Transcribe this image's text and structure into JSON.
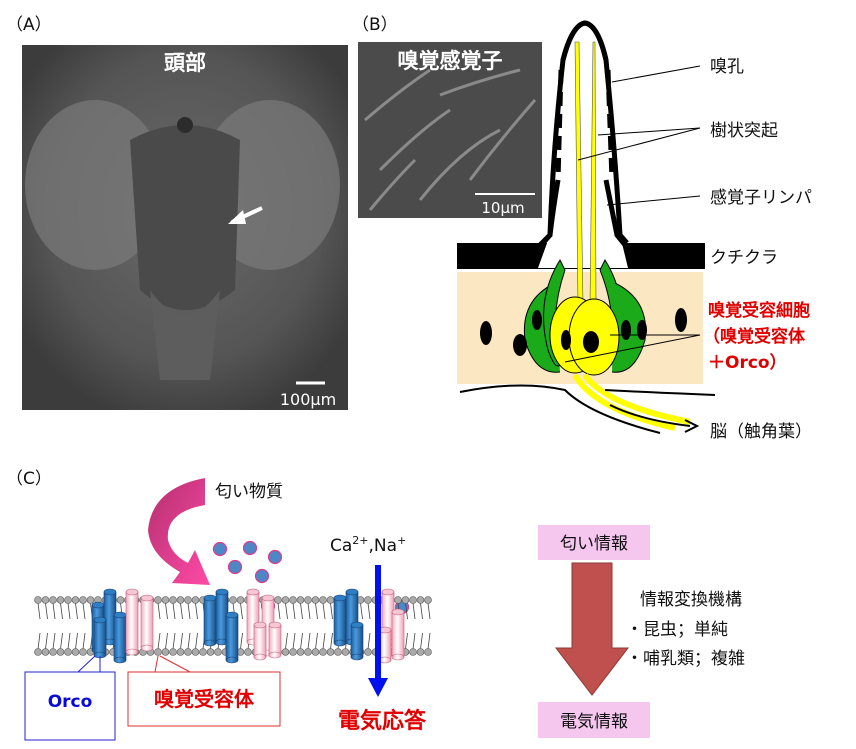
{
  "panel_a": {
    "label": "（A）",
    "title": "頭部",
    "scale": "100μm"
  },
  "panel_b": {
    "label": "（B）",
    "photo_title": "嗅覚感覚子",
    "scale": "10μm",
    "labels": {
      "pore": "嗅孔",
      "dendrite": "樹状突起",
      "lymph": "感覚子リンパ",
      "cuticle": "クチクラ",
      "orn_1": "嗅覚受容細胞",
      "orn_2": "（嗅覚受容体",
      "orn_3": "＋Orco）",
      "brain": "脳（触角葉）"
    }
  },
  "panel_c": {
    "label": "（C）",
    "odorant": "匂い物質",
    "ion_ca": "Ca",
    "ion_ca_sup": "2+",
    "ion_sep": ",Na",
    "ion_na_sup": "+",
    "orco": "Orco",
    "receptor": "嗅覚受容体",
    "response": "電気応答",
    "info_in": "匂い情報",
    "info_out": "電気情報",
    "mechanism": "情報変換機構",
    "insect": "・昆虫；単純",
    "mammal": "・哺乳類；複雑"
  },
  "colors": {
    "orco": "#2e7ec4",
    "receptor": "#f7c6d3",
    "odor": "#4f86c6",
    "arrow_pink": "#f0409a",
    "ion_arrow": "#0010ee",
    "info_box": "#f5c6ee",
    "info_arrow": "#c0504d",
    "neuron": "#ffff00",
    "support": "#1aaa1a",
    "tissue": "#fbe8c2"
  }
}
